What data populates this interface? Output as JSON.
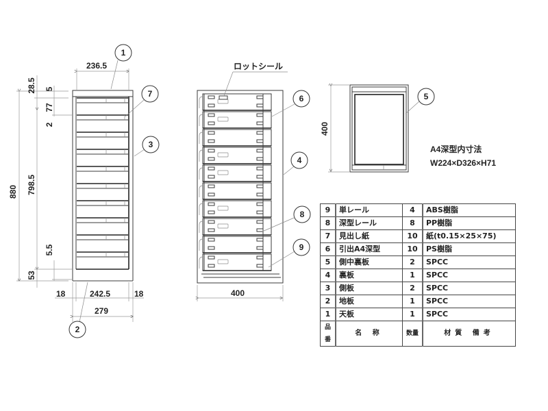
{
  "drawing": {
    "side_view": {
      "dimensions": {
        "top_width": "236.5",
        "total_height": "880",
        "top_offset": "28.5",
        "top_gap": "5",
        "drawer_pitch": "77",
        "rail_gap": "2",
        "inner_height": "798.5",
        "bottom_gap": "5.5",
        "base_height": "53",
        "side_left": "18",
        "inner_width": "242.5",
        "side_right": "18",
        "total_width": "279"
      },
      "callouts": [
        "1",
        "7",
        "3",
        "2"
      ]
    },
    "front_view": {
      "label_lot_seal": "ロットシール",
      "width": "400",
      "callouts": [
        "6",
        "4",
        "8",
        "9"
      ]
    },
    "top_view": {
      "depth": "400",
      "callouts": [
        "5"
      ],
      "note_title": "A4深型内寸法",
      "note_dims": "W224×D326×H71"
    },
    "parts_table": {
      "headers": {
        "no": "品番",
        "name": "名 称",
        "qty": "数量",
        "material": "材質 備考"
      },
      "rows": [
        {
          "no": "9",
          "name": "単レール",
          "qty": "4",
          "material": "ABS樹脂"
        },
        {
          "no": "8",
          "name": "深型レール",
          "qty": "8",
          "material": "PP樹脂"
        },
        {
          "no": "7",
          "name": "見出し紙",
          "qty": "10",
          "material": "紙(t0.15×25×75)"
        },
        {
          "no": "6",
          "name": "引出A4深型",
          "qty": "10",
          "material": "PS樹脂"
        },
        {
          "no": "5",
          "name": "側中裏板",
          "qty": "2",
          "material": "SPCC"
        },
        {
          "no": "4",
          "name": "裏板",
          "qty": "1",
          "material": "SPCC"
        },
        {
          "no": "3",
          "name": "側板",
          "qty": "2",
          "material": "SPCC"
        },
        {
          "no": "2",
          "name": "地板",
          "qty": "1",
          "material": "SPCC"
        },
        {
          "no": "1",
          "name": "天板",
          "qty": "1",
          "material": "SPCC"
        }
      ]
    }
  }
}
